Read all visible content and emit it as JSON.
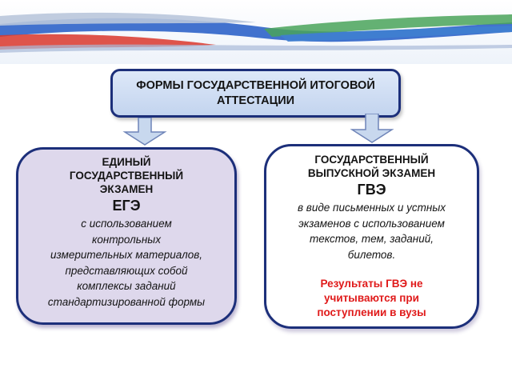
{
  "top": {
    "line1": "ФОРМЫ ГОСУДАРСТВЕННОЙ ИТОГОВОЙ",
    "line2": "АТТЕСТАЦИИ"
  },
  "left": {
    "heading_lines": [
      "ЕДИНЫЙ",
      "ГОСУДАРСТВЕННЫЙ",
      "ЭКЗАМЕН"
    ],
    "abbr": "ЕГЭ",
    "desc_lines": [
      "с использованием",
      "контрольных",
      "измерительных материалов,",
      "представляющих собой",
      "комплексы заданий",
      "стандартизированной формы"
    ]
  },
  "right": {
    "heading_lines": [
      "ГОСУДАРСТВЕННЫЙ",
      "ВЫПУСКНОЙ ЭКЗАМЕН"
    ],
    "abbr": "ГВЭ",
    "desc_lines": [
      "в виде письменных и устных",
      "экзаменов с использованием",
      "текстов, тем, заданий,",
      "билетов."
    ],
    "note_lines": [
      "Результаты ГВЭ не",
      "учитываются при",
      "поступлении в вузы"
    ]
  },
  "colors": {
    "border": "#1c2f7a",
    "note": "#e01a1a",
    "left_fill": "#ded8ec",
    "top_fill": "#c3d4ef",
    "arrow_fill": "#c8d8ee"
  }
}
